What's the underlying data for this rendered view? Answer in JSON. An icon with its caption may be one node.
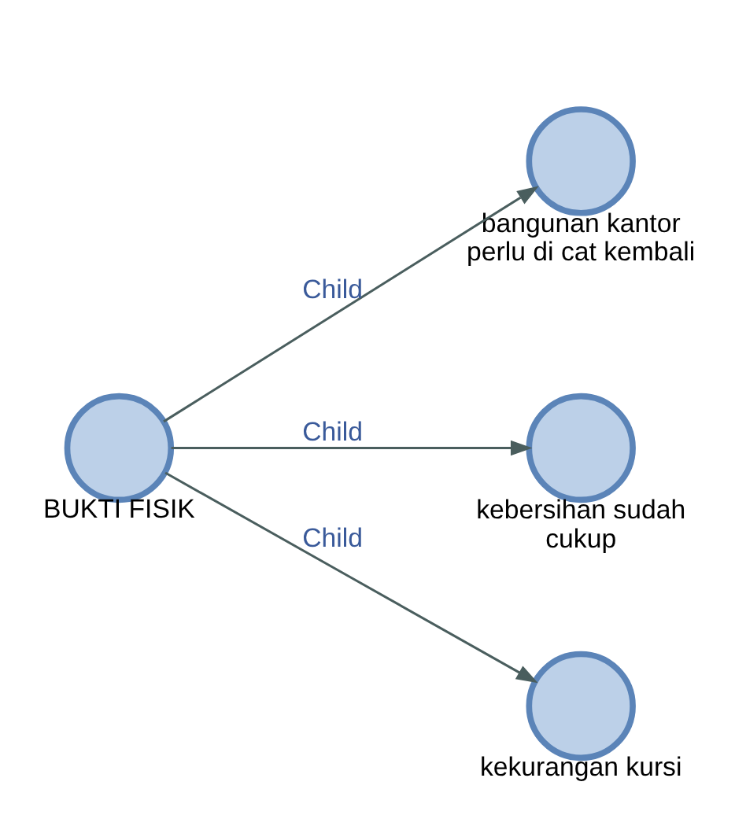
{
  "diagram": {
    "nodes": [
      {
        "text": [
          "BUKTI FISIK"
        ]
      },
      {
        "text": [
          "bangunan kantor perlu di cat kembali"
        ]
      },
      {
        "text": [
          "kebersihan sudah cukup"
        ]
      },
      {
        "text": [
          "kekurangan kursi"
        ]
      }
    ],
    "edges": [
      {
        "from": 0,
        "to": 1,
        "arrow": "to",
        "label": "Child"
      },
      {
        "from": 0,
        "to": 2,
        "arrow": "to",
        "label": "Child"
      },
      {
        "from": 0,
        "to": 3,
        "arrow": "to",
        "label": "Child"
      }
    ]
  }
}
